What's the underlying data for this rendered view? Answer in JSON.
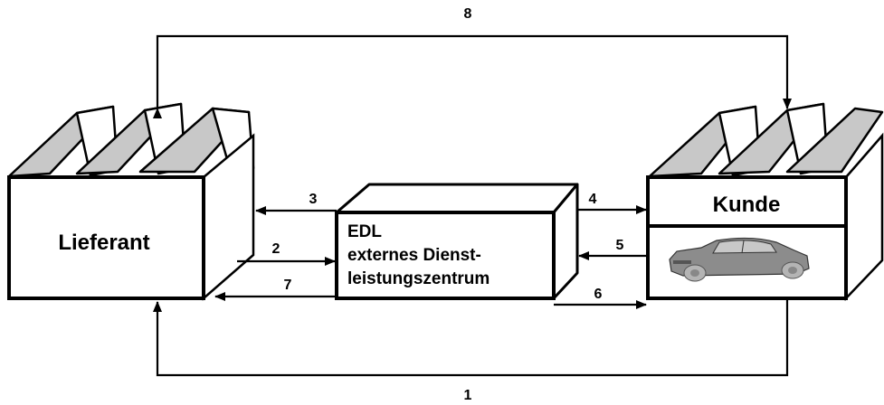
{
  "supplier": {
    "label": "Lieferant"
  },
  "customer": {
    "label": "Kunde"
  },
  "service_center": {
    "line1": "EDL",
    "line2": "externes Dienst-",
    "line3": "leistungszentrum"
  },
  "flows": {
    "f1": "1",
    "f2": "2",
    "f3": "3",
    "f4": "4",
    "f5": "5",
    "f6": "6",
    "f7": "7",
    "f8": "8"
  },
  "icons": {
    "car": "car-icon"
  },
  "colors": {
    "line": "#000000",
    "roof": "#c8c8c8",
    "car": "#808080"
  }
}
